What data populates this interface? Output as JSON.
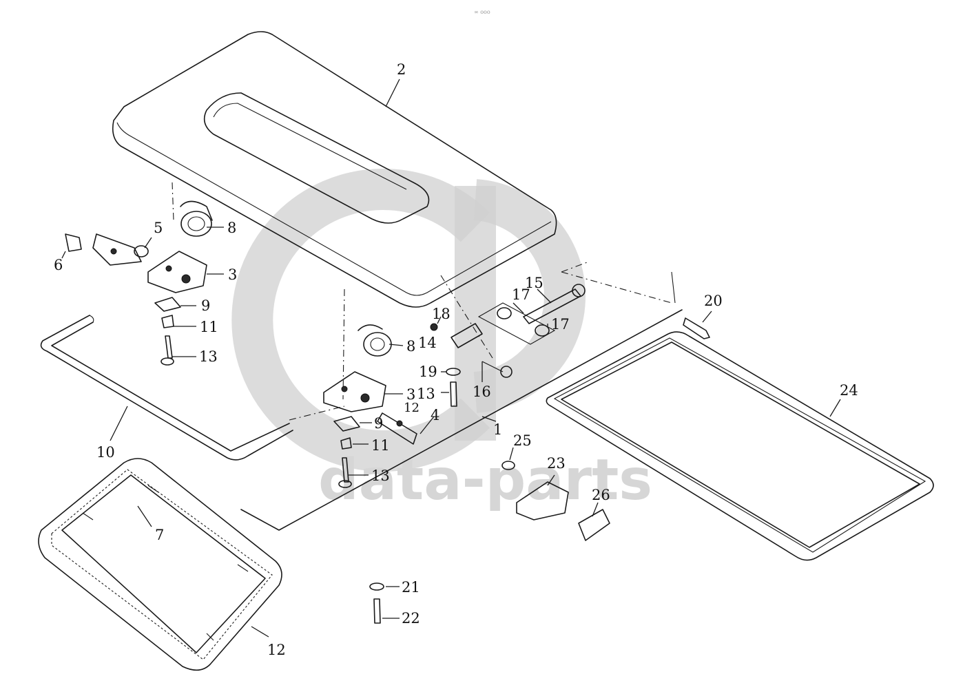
{
  "watermark": {
    "brand": "data-parts",
    "top_mark": "∞ ooo"
  },
  "labels": {
    "l1": "1",
    "l2": "2",
    "l3a": "3",
    "l3b": "3",
    "l4": "4",
    "l5": "5",
    "l6": "6",
    "l7": "7",
    "l8a": "8",
    "l8b": "8",
    "l9a": "9",
    "l9b": "9",
    "l10": "10",
    "l11a": "11",
    "l11b": "11",
    "l12a": "12",
    "l12b": "12",
    "l13a": "13",
    "l13b": "13",
    "l13c": "13",
    "l14": "14",
    "l15": "15",
    "l16": "16",
    "l17a": "17",
    "l17b": "17",
    "l18": "18",
    "l19": "19",
    "l20": "20",
    "l21": "21",
    "l22": "22",
    "l23": "23",
    "l24": "24",
    "l25": "25",
    "l26": "26"
  }
}
